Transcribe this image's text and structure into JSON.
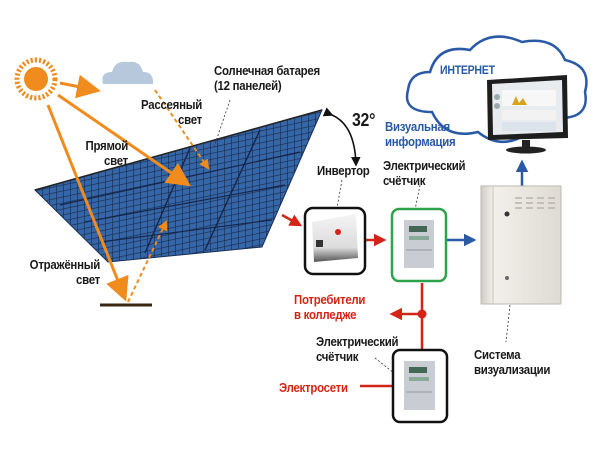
{
  "labels": {
    "scattered_light": "Рассеяный\nсвет",
    "direct_light": "Прямой\nсвет",
    "reflected_light": "Отражённый\nсвет",
    "solar_battery": "Солнечная батарея\n(12 панелей)",
    "tilt_angle": "32°",
    "inverter": "Инвертор",
    "meter_top": "Электрический\nсчётчик",
    "visual_info": "Визуальная\nинформация",
    "internet": "ИНТЕРНЕТ",
    "consumers": "Потребители\nв колледже",
    "meter_bottom": "Электрический\nсчётчик",
    "grid": "Электросети",
    "visualization_system": "Система\nвизуализации"
  },
  "colors": {
    "sun": "#f08c1e",
    "cloud": "#b7c7dc",
    "panel": "#2f5f9e",
    "panel_grid": "#1b2f55",
    "power_line": "#d42418",
    "data_line": "#2a5aa5",
    "meter_box_top": "#2ea24a",
    "box_black": "#111111",
    "cabinet": "#e6e3dc"
  }
}
